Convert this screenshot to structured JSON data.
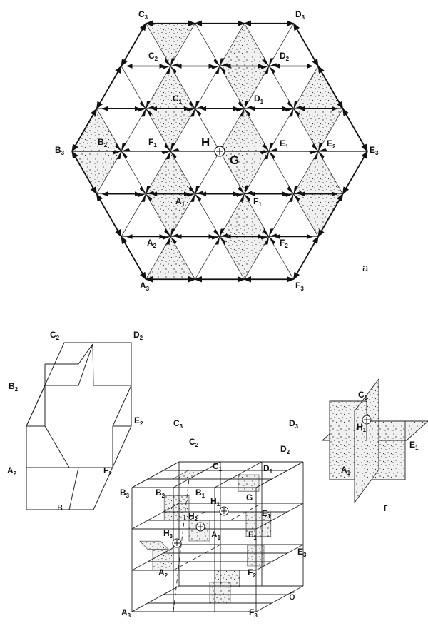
{
  "figure_a": {
    "caption": "а",
    "labels": {
      "C3": {
        "base": "C",
        "sub": "3"
      },
      "D3": {
        "base": "D",
        "sub": "3"
      },
      "C2": {
        "base": "C",
        "sub": "2"
      },
      "D2": {
        "base": "D",
        "sub": "2"
      },
      "C1": {
        "base": "C",
        "sub": "1"
      },
      "D1": {
        "base": "D",
        "sub": "1"
      },
      "B3": {
        "base": "B",
        "sub": "3"
      },
      "B2": {
        "base": "B",
        "sub": "2"
      },
      "F1L": {
        "base": "F",
        "sub": "1"
      },
      "H": {
        "base": "H",
        "sub": ""
      },
      "G": {
        "base": "G",
        "sub": ""
      },
      "E1": {
        "base": "E",
        "sub": "1"
      },
      "E2": {
        "base": "E",
        "sub": "2"
      },
      "E3": {
        "base": "E",
        "sub": "3"
      },
      "A1": {
        "base": "A",
        "sub": "1"
      },
      "F1R": {
        "base": "F",
        "sub": "1"
      },
      "A2": {
        "base": "A",
        "sub": "2"
      },
      "F2": {
        "base": "F",
        "sub": "2"
      },
      "A3": {
        "base": "A",
        "sub": "3"
      },
      "F3": {
        "base": "F",
        "sub": "3"
      }
    }
  },
  "figure_v": {
    "caption": "в",
    "labels": {
      "C2": {
        "base": "C",
        "sub": "2"
      },
      "D2": {
        "base": "D",
        "sub": "2"
      },
      "B2": {
        "base": "B",
        "sub": "2"
      },
      "E2": {
        "base": "E",
        "sub": "2"
      },
      "A2": {
        "base": "A",
        "sub": "2"
      },
      "F2": {
        "base": "F",
        "sub": "2"
      }
    }
  },
  "figure_b": {
    "caption": "б",
    "labels": {
      "C3": {
        "base": "C",
        "sub": "3"
      },
      "D3": {
        "base": "D",
        "sub": "3"
      },
      "C2": {
        "base": "C",
        "sub": "2"
      },
      "D2": {
        "base": "D",
        "sub": "2"
      },
      "C1": {
        "base": "C",
        "sub": "1"
      },
      "D1": {
        "base": "D",
        "sub": "1"
      },
      "B3": {
        "base": "B",
        "sub": "3"
      },
      "B2": {
        "base": "B",
        "sub": "2"
      },
      "B1": {
        "base": "B",
        "sub": "1"
      },
      "H1": {
        "base": "H",
        "sub": "1"
      },
      "G": {
        "base": "G",
        "sub": ""
      },
      "E1": {
        "base": "E",
        "sub": "1"
      },
      "H2": {
        "base": "H",
        "sub": "2"
      },
      "H3": {
        "base": "H",
        "sub": "3"
      },
      "A1": {
        "base": "A",
        "sub": "1"
      },
      "F1": {
        "base": "F",
        "sub": "1"
      },
      "E3": {
        "base": "E",
        "sub": "3"
      },
      "A2": {
        "base": "A",
        "sub": "2"
      },
      "F2": {
        "base": "F",
        "sub": "2"
      },
      "A3": {
        "base": "A",
        "sub": "3"
      },
      "F3": {
        "base": "F",
        "sub": "3"
      }
    }
  },
  "figure_g": {
    "caption": "г",
    "labels": {
      "C1": {
        "base": "C",
        "sub": "1"
      },
      "H1": {
        "base": "H",
        "sub": "1"
      },
      "E1": {
        "base": "E",
        "sub": "1"
      },
      "A1": {
        "base": "A",
        "sub": "1"
      }
    }
  }
}
